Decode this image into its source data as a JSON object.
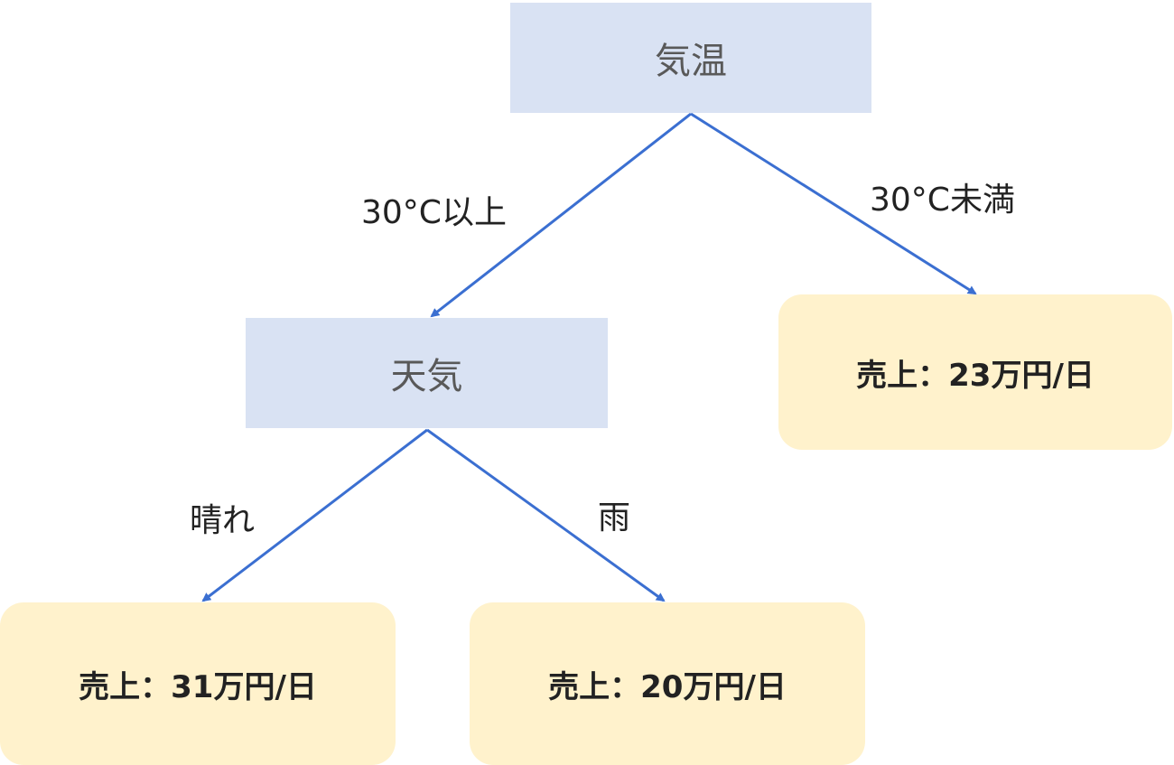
{
  "nodes": {
    "root": "気温",
    "weather": "天気",
    "leaf_below30": "売上：23万円/日",
    "leaf_sunny": "売上：31万円/日",
    "leaf_rain": "売上：20万円/日"
  },
  "edges": {
    "above30": "30°C以上",
    "below30": "30°C未満",
    "sunny": "晴れ",
    "rain": "雨"
  },
  "colors": {
    "decision": "#d9e2f3",
    "leaf": "#fff2cc",
    "arrow": "#3b6fd1"
  }
}
